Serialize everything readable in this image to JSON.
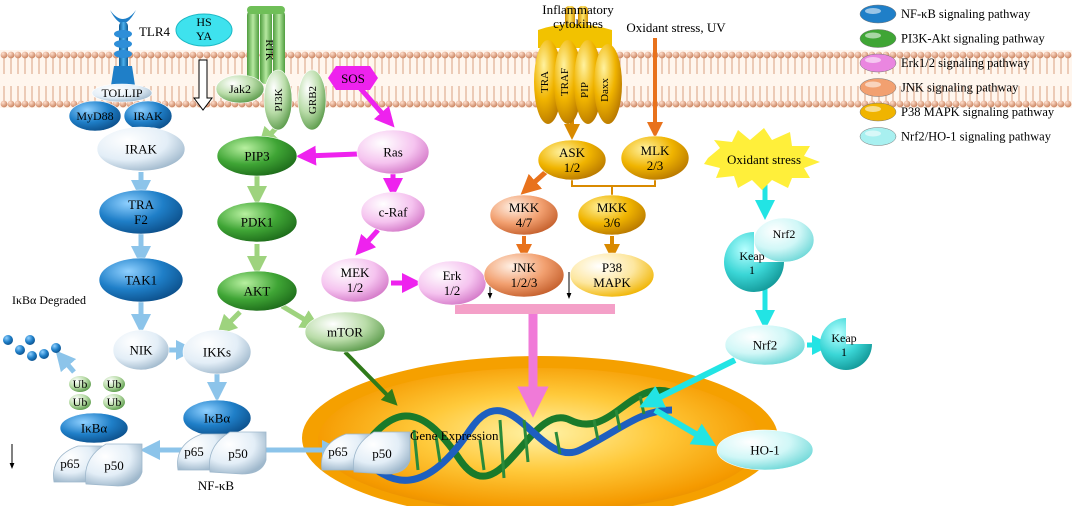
{
  "receptors": {
    "tlr4": "TLR4",
    "hsya_line1": "HS",
    "hsya_line2": "YA",
    "rtk": "RTK",
    "jak2": "Jak2",
    "tollip": "TOLLIP",
    "myd88": "MyD88",
    "irak_small": "IRAK",
    "inflammatory_line1": "Inflammatory",
    "inflammatory_line2": "cytokines",
    "tra": "TRA",
    "traf": "TRAF",
    "pip": "PIP",
    "daxx": "Daxx",
    "oxidant_uv": "Oxidant stress, UV"
  },
  "nfkb": {
    "irak": "IRAK",
    "traf2_line1": "TRA",
    "traf2_line2": "F2",
    "tak1": "TAK1",
    "nik": "NIK",
    "ikks": "IKKs",
    "ikba": "IκBα",
    "ikba_left": "IκBα",
    "p65": "p65",
    "p50": "p50",
    "p65_left": "p65",
    "p50_left": "p50",
    "label": "NF-κB",
    "degraded": "IκBα Degraded",
    "ub": "Ub"
  },
  "pi3k": {
    "pi3k": "PI3K",
    "grb2": "GRB2",
    "pip3": "PIP3",
    "pdk1": "PDK1",
    "akt": "AKT",
    "mtor": "mTOR"
  },
  "erk": {
    "sos": "SOS",
    "ras": "Ras",
    "craf": "c-Raf",
    "mek_line1": "MEK",
    "mek_line2": "1/2",
    "erk_line1": "Erk",
    "erk_line2": "1/2"
  },
  "jnk": {
    "mkk47_line1": "MKK",
    "mkk47_line2": "4/7",
    "jnk_line1": "JNK",
    "jnk_line2": "1/2/3"
  },
  "p38": {
    "ask_line1": "ASK",
    "ask_line2": "1/2",
    "mlk_line1": "MLK",
    "mlk_line2": "2/3",
    "mkk36_line1": "MKK",
    "mkk36_line2": "3/6",
    "p38_line1": "P38",
    "p38_line2": "MAPK"
  },
  "nrf2": {
    "oxidant_stress": "Oxidant stress",
    "keap_line1": "Keap",
    "keap_line2": "1",
    "nrf2": "Nrf2",
    "nrf2_free": "Nrf2",
    "keap_free_line1": "Keap",
    "keap_free_line2": "1",
    "ho1": "HO-1"
  },
  "nucleus": {
    "gene_expression": "Gene Expression",
    "p65": "p65",
    "p50": "p50"
  },
  "legend": [
    {
      "label": "NF-κB signaling pathway",
      "color": "#1f7fc8"
    },
    {
      "label": "PI3K-Akt signaling pathway",
      "color": "#3fa535"
    },
    {
      "label": "Erk1/2 signaling pathway",
      "color": "#ea86e0"
    },
    {
      "label": "JNK signaling pathway",
      "color": "#f2a070"
    },
    {
      "label": "P38 MAPK signaling pathway",
      "color": "#f0b400"
    },
    {
      "label": "Nrf2/HO-1 signaling pathway",
      "color": "#a8f0f0"
    }
  ]
}
